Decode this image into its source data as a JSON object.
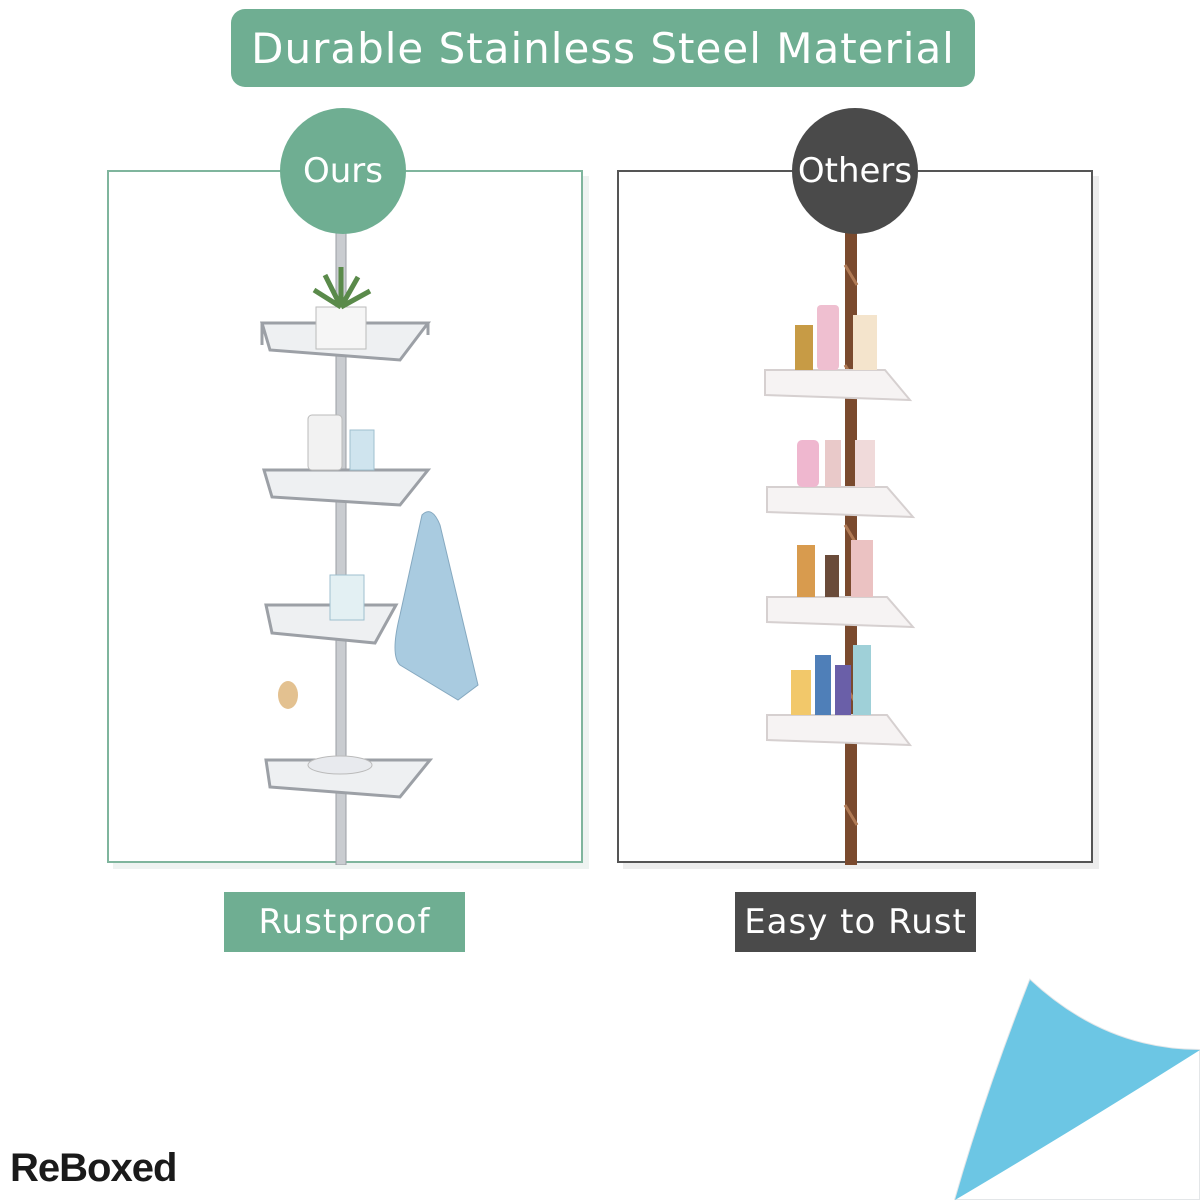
{
  "header": {
    "title": "Durable Stainless Steel Material"
  },
  "comparison": {
    "ours": {
      "badge": "Ours",
      "label": "Rustproof",
      "accent": "#6fae92"
    },
    "others": {
      "badge": "Others",
      "label": "Easy to Rust",
      "accent": "#4a4a4a"
    }
  },
  "brand": {
    "logo": "ReBoxed"
  },
  "decor": {
    "page_curl_color": "#6cc6e4"
  }
}
